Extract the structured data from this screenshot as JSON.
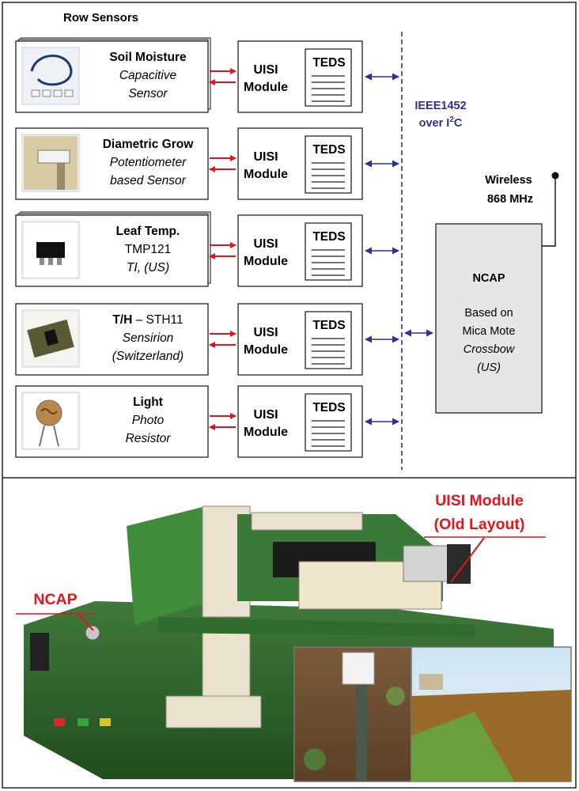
{
  "title": "Row Sensors",
  "sensors": [
    {
      "lines": [
        {
          "text": "Soil Moisture",
          "style": "bold"
        },
        {
          "text": "Capacitive",
          "style": "italic"
        },
        {
          "text": "Sensor",
          "style": "italic"
        }
      ],
      "image": "soil-moisture-cable-image"
    },
    {
      "lines": [
        {
          "text": "Diametric Grow",
          "style": "bold"
        },
        {
          "text": "Potentiometer",
          "style": "italic"
        },
        {
          "text": "based Sensor",
          "style": "italic"
        }
      ],
      "image": "diametric-grow-sensor-image"
    },
    {
      "lines": [
        {
          "text": "Leaf Temp.",
          "style": "bold"
        },
        {
          "text": "TMP121",
          "style": "regular"
        },
        {
          "text": "TI, (US)",
          "style": "italic"
        }
      ],
      "image": "tmp121-chip-image"
    },
    {
      "lines": [
        {
          "text": "T/H",
          "style": "bold",
          "suffix": " – STH11"
        },
        {
          "text": "Sensirion",
          "style": "italic"
        },
        {
          "text": "(Switzerland)",
          "style": "italic"
        }
      ],
      "image": "sth11-chip-image"
    },
    {
      "lines": [
        {
          "text": "Light",
          "style": "bold"
        },
        {
          "text": "Photo",
          "style": "italic"
        },
        {
          "text": "Resistor",
          "style": "italic"
        }
      ],
      "image": "photo-resistor-image"
    }
  ],
  "module": {
    "line1": "UISI",
    "line2": "Module",
    "teds": "TEDS"
  },
  "bus": {
    "line1": "IEEE1452",
    "line2_prefix": "over I",
    "line2_sup": "2",
    "line2_suffix": "C"
  },
  "wireless": {
    "line1": "Wireless",
    "line2": "868 MHz"
  },
  "ncap": {
    "title": "NCAP",
    "lines": [
      {
        "text": "Based on",
        "style": "regular"
      },
      {
        "text": "Mica Mote",
        "style": "regular"
      },
      {
        "text": "Crossbow",
        "style": "italic"
      },
      {
        "text": "(US)",
        "style": "italic"
      }
    ]
  },
  "photo_labels": {
    "uisi_line1": "UISI Module",
    "uisi_line2": "(Old Layout)",
    "ncap": "NCAP"
  },
  "colors": {
    "bus": "#2e3192",
    "arrow_red": "#e3141b",
    "ncap_fill": "#e6e6e6",
    "label_red": "#e3141b"
  }
}
